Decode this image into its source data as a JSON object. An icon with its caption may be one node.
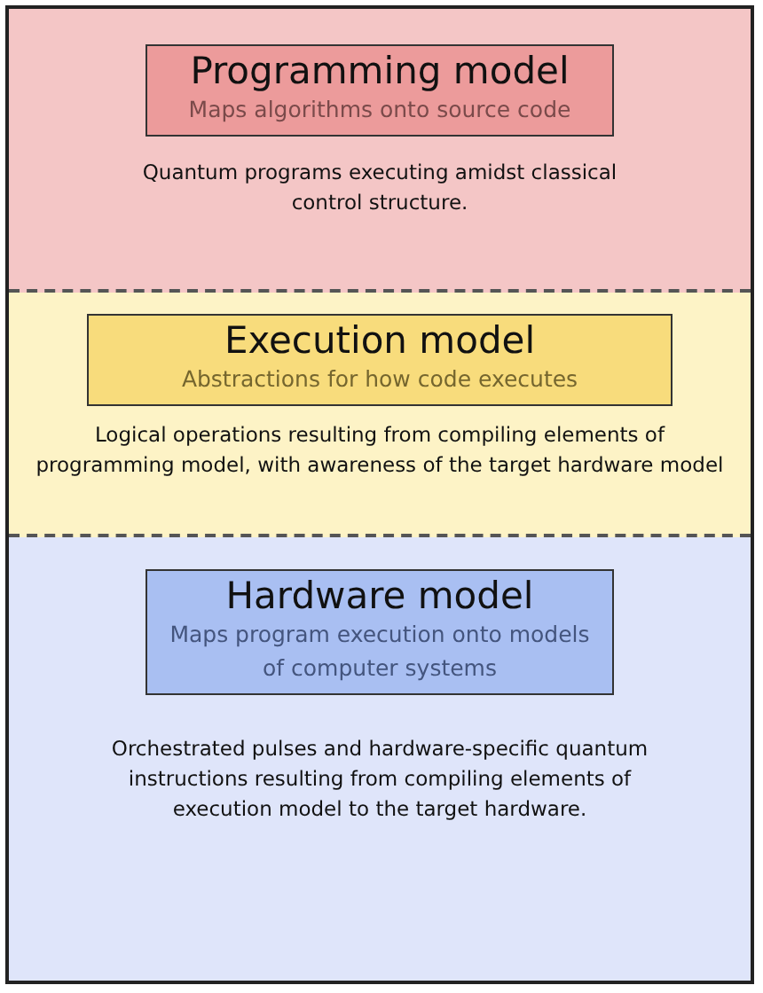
{
  "diagram": {
    "nodes": [
      {
        "text": [
          "Quantum programs executing amidst classical control structure."
        ]
      },
      {
        "text": [
          "Programming model",
          "Maps algorithms onto source code"
        ],
        "in": 0
      },
      {
        "text": [
          "Logical operations resulting from compiling elements of programming model, with awareness of the target hardware model"
        ]
      },
      {
        "text": [
          "Execution model",
          "Abstractions for how code executes"
        ],
        "in": 2
      },
      {
        "text": [
          "Orchestrated pulses and hardware-specific quantum instructions resulting from compiling elements of execution model to the target hardware."
        ]
      },
      {
        "text": [
          "Hardware model",
          "Maps program execution onto models of computer systems"
        ],
        "in": 4
      }
    ]
  }
}
